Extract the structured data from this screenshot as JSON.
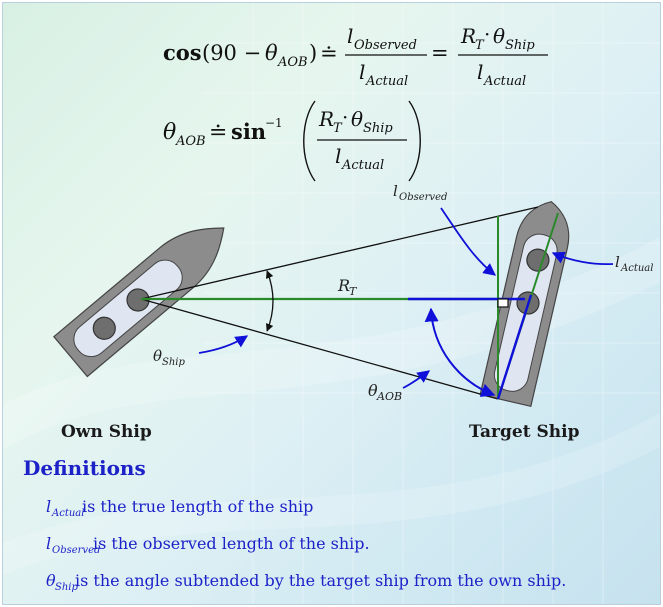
{
  "equation1": {
    "func": "cos",
    "arg_open": "(90 − ",
    "theta": "θ",
    "theta_sub": "AOB",
    "arg_close": ")",
    "relation": "≐",
    "lhs_num_l": "l",
    "lhs_num_sub": "Observed",
    "lhs_den_l": "l",
    "lhs_den_sub": "Actual",
    "equals": "=",
    "rhs_num_R": "R",
    "rhs_num_Rsub": "T",
    "rhs_num_dot": "·",
    "rhs_num_theta": "θ",
    "rhs_num_theta_sub": "Ship",
    "rhs_den_l": "l",
    "rhs_den_sub": "Actual"
  },
  "equation2": {
    "theta": "θ",
    "theta_sub": "AOB",
    "relation": "≐",
    "func": "sin",
    "sup": "−1",
    "num_R": "R",
    "num_Rsub": "T",
    "num_dot": "·",
    "num_theta": "θ",
    "num_theta_sub": "Ship",
    "den_l": "l",
    "den_sub": "Actual"
  },
  "labels": {
    "l_observed": {
      "base": "l",
      "sub": "Observed"
    },
    "l_actual": {
      "base": "l",
      "sub": "Actual"
    },
    "r_t": {
      "base": "R",
      "sub": "T"
    },
    "theta_ship": {
      "base": "θ",
      "sub": "Ship"
    },
    "theta_aob": {
      "base": "θ",
      "sub": "AOB"
    },
    "own_ship": "Own Ship",
    "target_ship": "Target Ship"
  },
  "definitions": {
    "title": "Definitions",
    "items": [
      {
        "sym": "l",
        "sub": "Actual",
        "text": " is the true length of the ship"
      },
      {
        "sym": "l",
        "sub": "Observed",
        "text": " is the observed length of the ship."
      },
      {
        "sym": "θ",
        "sub": "Ship",
        "text": " is the angle subtended by the target ship from the own ship."
      }
    ]
  },
  "colors": {
    "ship_hull": "#8c8c8c",
    "ship_deck": "#dfe6f2",
    "turret": "#6e6e6e",
    "line_black": "#111111",
    "line_green": "#2a8a2a",
    "line_blue": "#1010d8",
    "definitions_blue": "#1c22c8"
  }
}
